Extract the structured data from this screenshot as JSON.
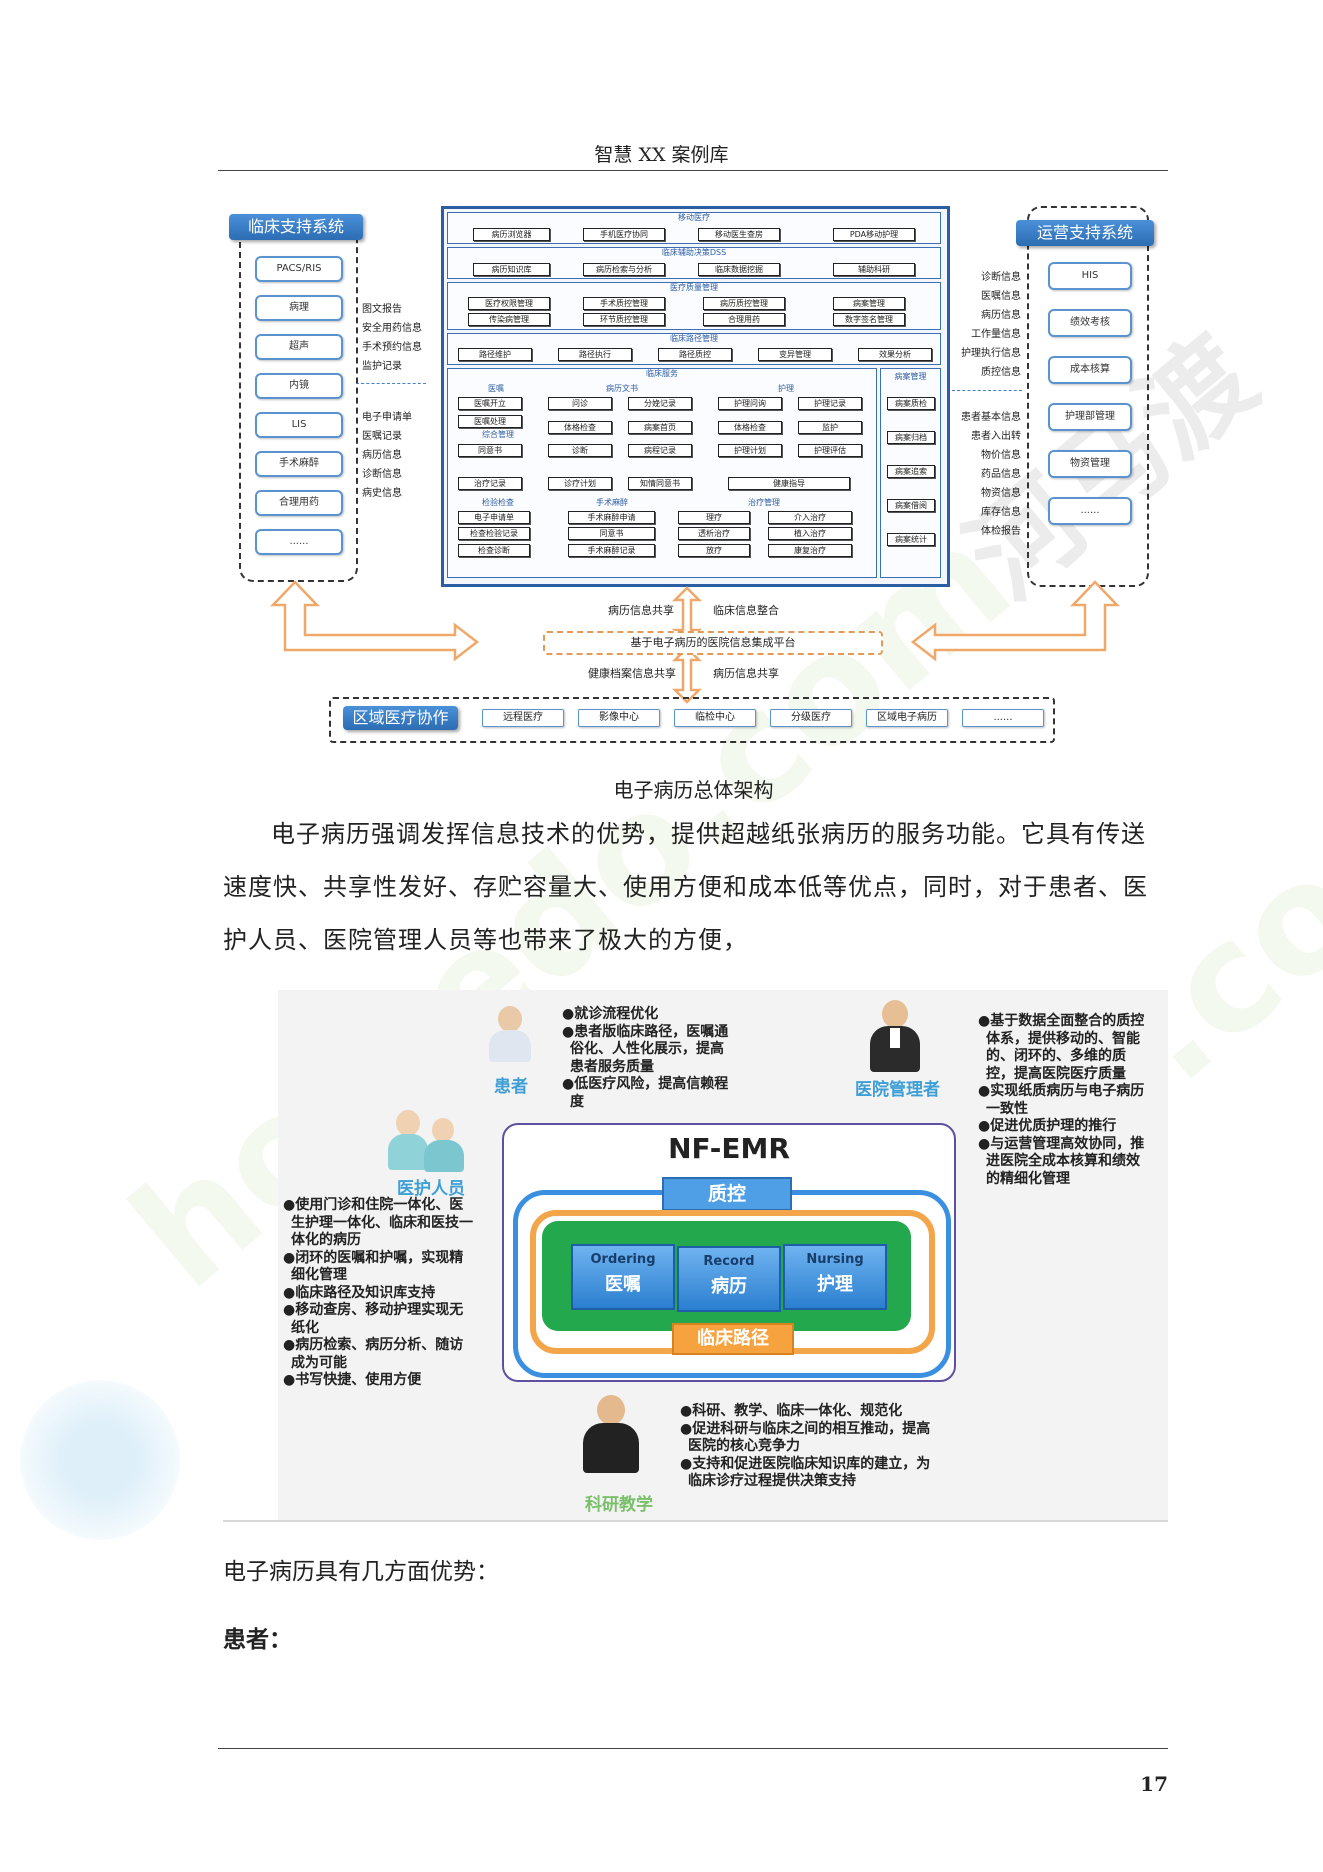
{
  "header": {
    "title": "智慧 XX 案例库"
  },
  "arch": {
    "left_panel_title": "临床支持系统",
    "left_items": [
      "PACS/RIS",
      "病理",
      "超声",
      "内镜",
      "LIS",
      "手术麻醉",
      "合理用药",
      "......"
    ],
    "left_info_1": [
      "图文报告",
      "安全用药信息",
      "手术预约信息",
      "监护记录"
    ],
    "left_info_2": [
      "电子申请单",
      "医嘱记录",
      "病历信息",
      "诊断信息",
      "病史信息"
    ],
    "right_panel_title": "运营支持系统",
    "right_items": [
      "HIS",
      "绩效考核",
      "成本核算",
      "护理部管理",
      "物资管理",
      "......"
    ],
    "right_info_1": [
      "诊断信息",
      "医嘱信息",
      "病历信息",
      "工作量信息",
      "护理执行信息",
      "质控信息"
    ],
    "right_info_2": [
      "患者基本信息",
      "患者入出转",
      "物价信息",
      "药品信息",
      "物资信息",
      "库存信息",
      "体检报告"
    ],
    "mobile": {
      "title": "移动医疗",
      "items": [
        "病历浏览器",
        "手机医疗协同",
        "移动医生查房",
        "PDA移动护理"
      ]
    },
    "cdss": {
      "title": "临床辅助决策DSS",
      "items": [
        "病历知识库",
        "病历检索与分析",
        "临床数据挖掘",
        "辅助科研"
      ]
    },
    "quality": {
      "title": "医疗质量管理",
      "row1": [
        "医疗权限管理",
        "手术质控管理",
        "病历质控管理",
        "病案管理"
      ],
      "row2": [
        "传染病管理",
        "环节质控管理",
        "合理用药",
        "数字签名管理"
      ]
    },
    "pathway": {
      "title": "临床路径管理",
      "items": [
        "路径维护",
        "路径执行",
        "路径质控",
        "变异管理",
        "效果分析"
      ]
    },
    "service": {
      "title": "临床服务",
      "yizhu": "医嘱",
      "bingli": "病历文书",
      "huli": "护理",
      "zonghe": "综合管理",
      "jianyan": "检验检查",
      "shoushu": "手术麻醉",
      "zhiliao": "治疗管理",
      "boxes": {
        "b1": "医嘱开立",
        "b2": "医嘱处理",
        "b3": "同意书",
        "b4": "治疗记录",
        "b5": "问诊",
        "b6": "体格检查",
        "b7": "诊断",
        "b8": "诊疗计划",
        "b9": "分娩记录",
        "b10": "病案首页",
        "b11": "病程记录",
        "b12": "知情同意书",
        "b13": "护理问询",
        "b14": "体格检查",
        "b15": "护理计划",
        "b16": "健康指导",
        "b17": "护理记录",
        "b18": "监护",
        "b19": "护理评估",
        "b20": "电子申请单",
        "b21": "检查检验记录",
        "b22": "检查诊断",
        "b23": "手术麻醉申请",
        "b24": "同意书",
        "b25": "手术麻醉记录",
        "b26": "理疗",
        "b27": "透析治疗",
        "b28": "放疗",
        "b29": "介入治疗",
        "b30": "植入治疗",
        "b31": "康复治疗"
      }
    },
    "case_mgmt": {
      "title": "病案管理",
      "items": [
        "病案质检",
        "病案归档",
        "病案追索",
        "病案借阅",
        "病案统计"
      ]
    },
    "arrows": {
      "top_left": "病历信息共享",
      "top_right": "临床信息整合",
      "platform": "基于电子病历的医院信息集成平台",
      "bottom_left": "健康档案信息共享",
      "bottom_right": "病历信息共享"
    },
    "region": {
      "title": "区域医疗协作",
      "items": [
        "远程医疗",
        "影像中心",
        "临检中心",
        "分级医疗",
        "区域电子病历",
        "......"
      ]
    }
  },
  "caption": "电子病历总体架构",
  "paragraph": "电子病历强调发挥信息技术的优势，提供超越纸张病历的服务功能。它具有传送速度快、共享性发好、存贮容量大、使用方便和成本低等优点，同时，对于患者、医护人员、医院管理人员等也带来了极大的方便，",
  "emr": {
    "title": "NF-EMR",
    "quality": "质控",
    "ordering_en": "Ordering",
    "ordering_cn": "医嘱",
    "record_en": "Record",
    "record_cn": "病历",
    "nursing_en": "Nursing",
    "nursing_cn": "护理",
    "pathway": "临床路径",
    "patient_label": "患者",
    "patient_bullets": [
      "●就诊流程优化",
      "●患者版临床路径，医嘱通俗化、人性化展示，提高患者服务质量",
      "●低医疗风险，提高信赖程度"
    ],
    "manager_label": "医院管理者",
    "manager_bullets": [
      "●基于数据全面整合的质控体系，提供移动的、智能的、闭环的、多维的质控，提高医院医疗质量",
      "●实现纸质病历与电子病历一致性",
      "●促进优质护理的推行",
      "●与运营管理高效协同，推进医院全成本核算和绩效的精细化管理"
    ],
    "staff_label": "医护人员",
    "staff_bullets": [
      "●使用门诊和住院一体化、医生护理一体化、临床和医技一体化的病历",
      "●闭环的医嘱和护嘱，实现精细化管理",
      "●临床路径及知识库支持",
      "●移动查房、移动护理实现无纸化",
      "●病历检索、病历分析、随访成为可能",
      "●书写快捷、使用方便"
    ],
    "research_label": "科研教学",
    "research_bullets": [
      "●科研、教学、临床一体化、规范化",
      "●促进科研与临床之间的相互推动，提高医院的核心竞争力",
      "●支持和促进医院临床知识库的建立，为临床诊疗过程提供决策支持"
    ]
  },
  "advantages_line": "电子病历具有几方面优势：",
  "patients_heading": "患者：",
  "page_number": "17"
}
